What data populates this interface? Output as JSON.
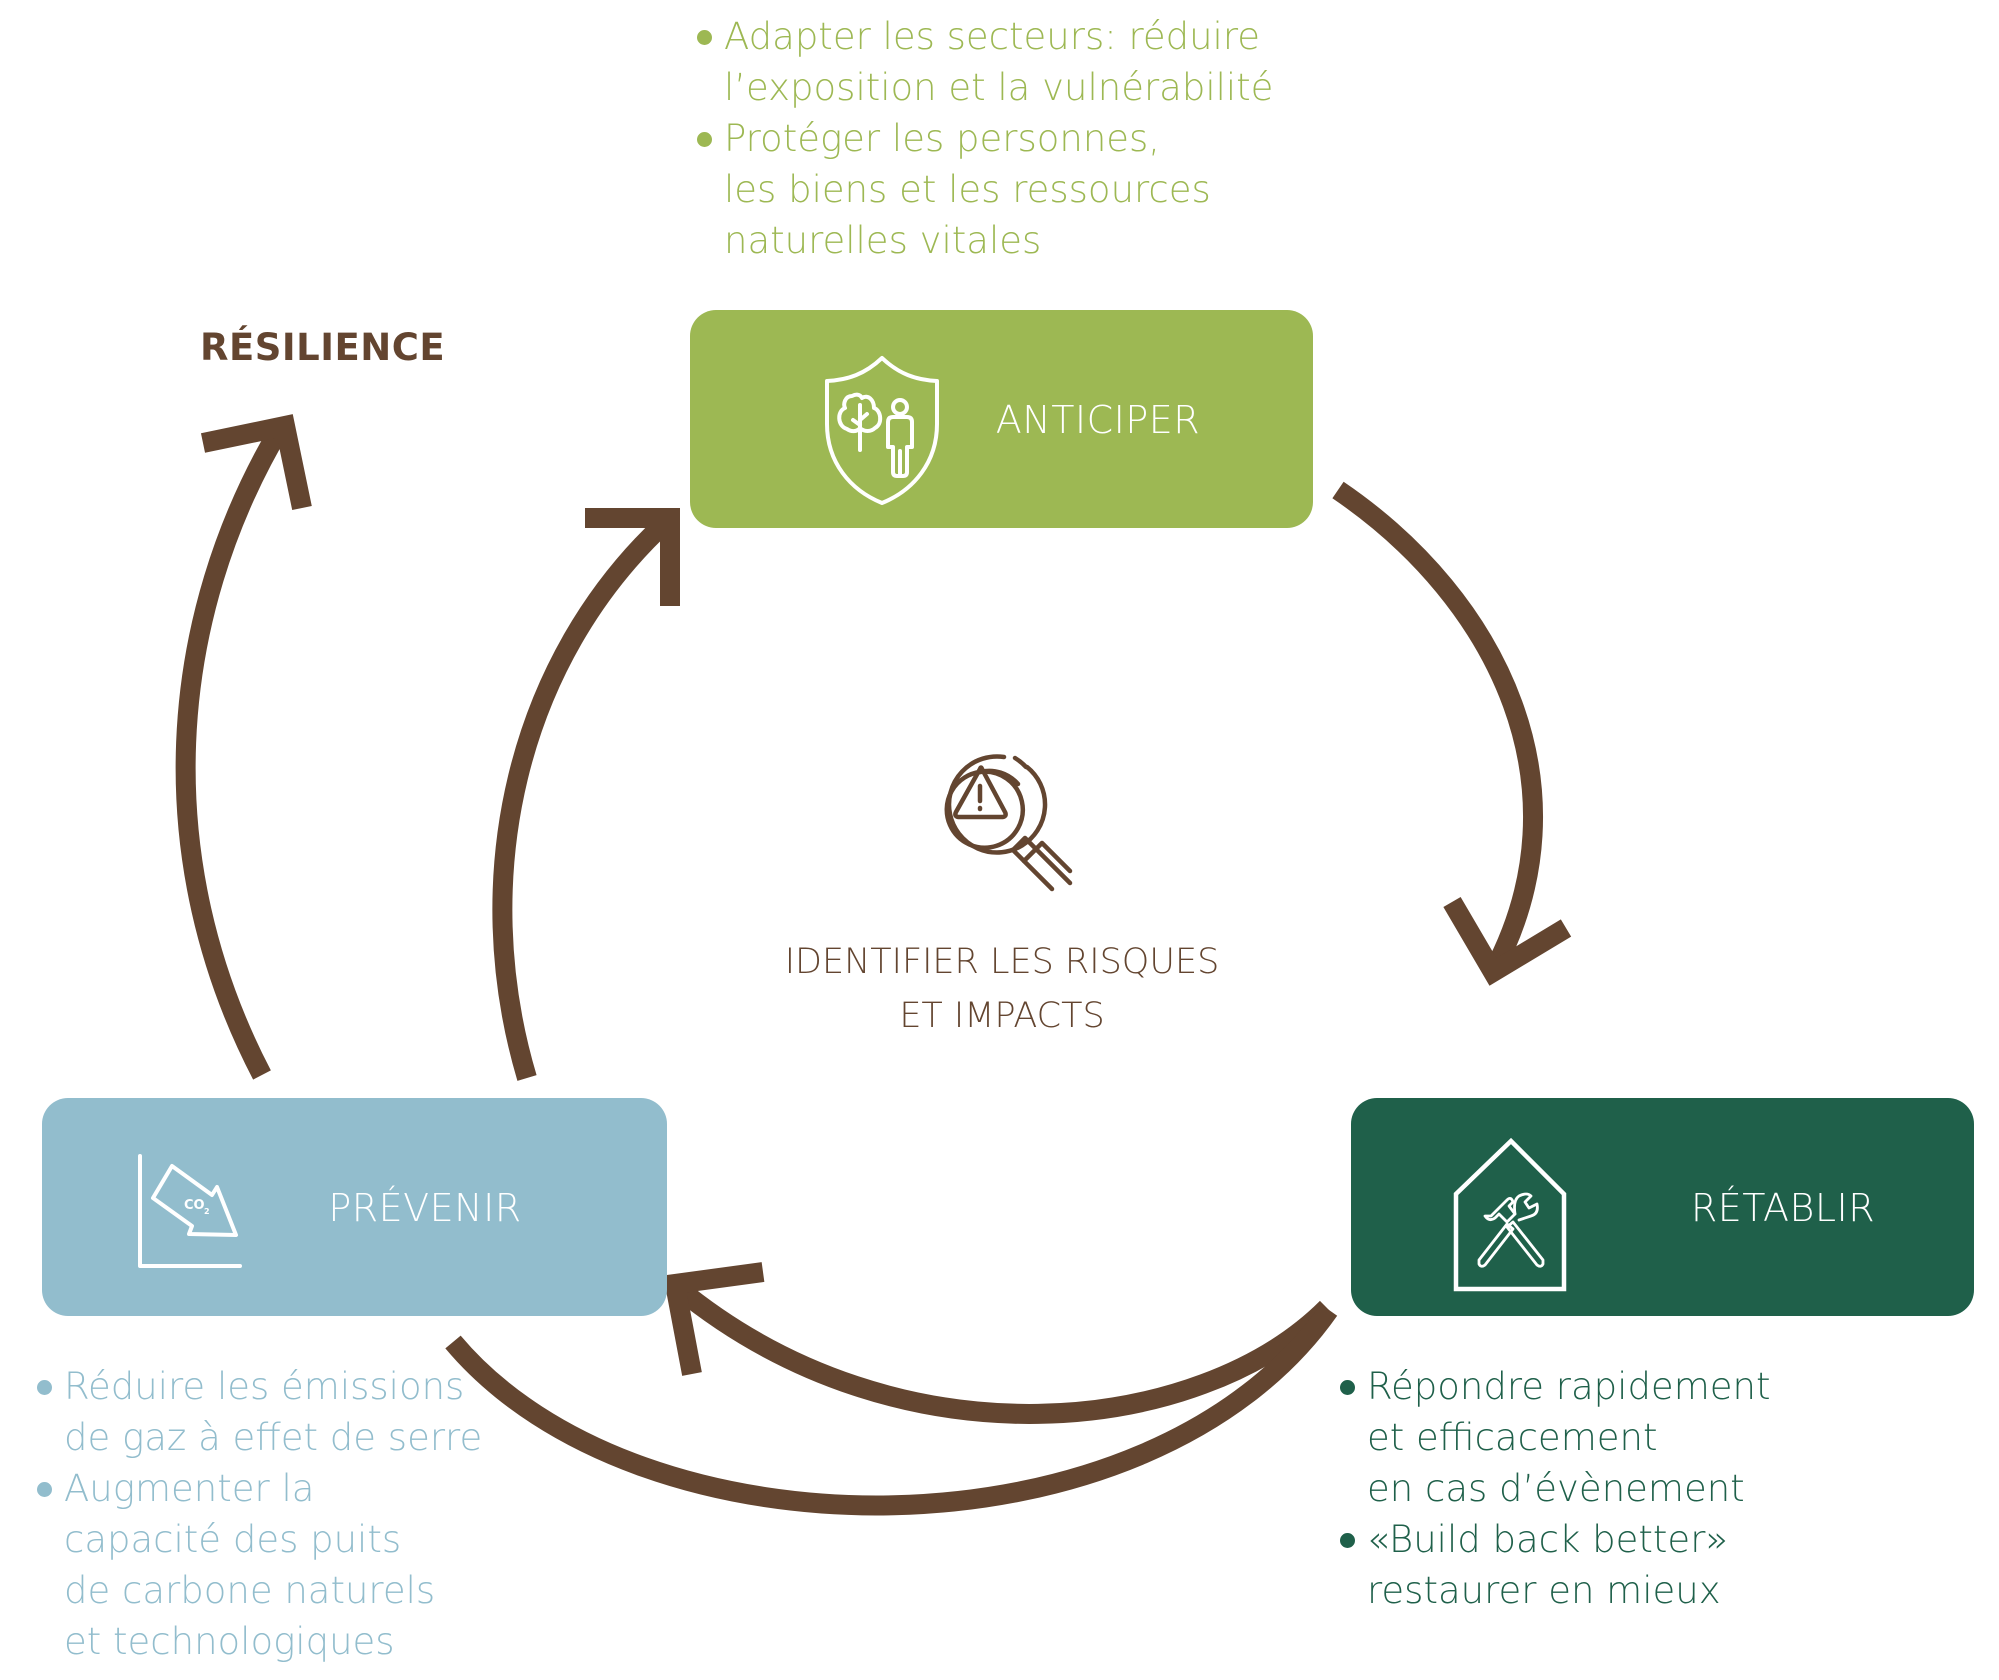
{
  "colors": {
    "anticiper": "#9DB853",
    "prevenir": "#92BDCD",
    "retablir": "#1F604A",
    "arrow": "#634530",
    "brown_text": "#634530",
    "white": "#FFFFFF"
  },
  "resilience": {
    "label": "RÉSILIENCE"
  },
  "center": {
    "icon": "magnifier-warning-icon",
    "label": "IDENTIFIER LES RISQUES\nET IMPACTS"
  },
  "steps": {
    "anticiper": {
      "label": "ANTICIPER",
      "icon": "shield-tree-person-icon",
      "bullets": [
        "Adapter les secteurs: réduire\nl’exposition et la vulnérabilité",
        "Protéger les personnes,\nles biens et les ressources\nnaturelles vitales"
      ]
    },
    "retablir": {
      "label": "RÉTABLIR",
      "icon": "house-tools-icon",
      "bullets": [
        "Répondre rapidement\net efficacement\nen cas d’évènement",
        "«Build back better»\nrestaurer en mieux"
      ]
    },
    "prevenir": {
      "label": "PRÉVENIR",
      "icon": "co2-decrease-chart-icon",
      "co2_text": "CO",
      "co2_sub": "2",
      "bullets": [
        "Réduire les émissions\nde gaz à effet de serre",
        "Augmenter la\ncapacité des puits\nde carbone naturels\net technologiques"
      ]
    }
  },
  "flows": [
    {
      "from": "anticiper",
      "to": "retablir"
    },
    {
      "from": "retablir",
      "to": "prevenir"
    },
    {
      "from": "prevenir",
      "to": "anticiper"
    },
    {
      "from": "prevenir",
      "to": "resilience"
    }
  ]
}
